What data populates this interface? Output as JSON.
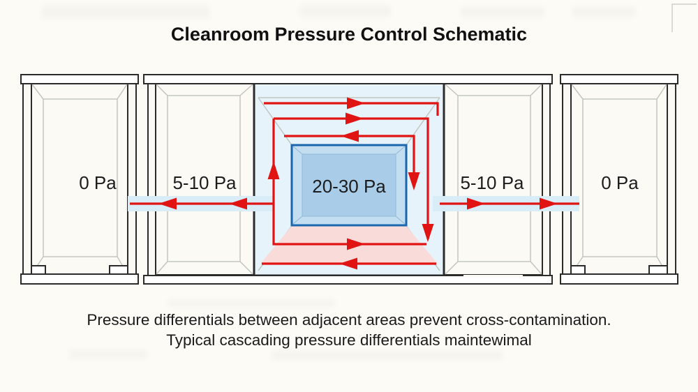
{
  "title": "Cleanroom Pressure Control Schematic",
  "rooms": {
    "far_left": "0 Pa",
    "left": "5-10 Pa",
    "center": "20-30 Pa",
    "right": "5-10 Pa",
    "far_right": "0 Pa"
  },
  "caption": {
    "line1": "Pressure differentials between adjacent areas prevent cross-contamination.",
    "line2": "Typical cascading pressure differentials maintewimal"
  },
  "colors": {
    "background": "#fcfbf5",
    "wall_stroke": "#2b2b2b",
    "arrow_red": "#e11414",
    "center_room_fill": "#e7f3fb",
    "air_band_fill": "#d9edf8",
    "pressure_box_border": "#1a67ae",
    "pressure_box_fill": "#a9cde9",
    "pressure_box_bevel": "#c3ddf1",
    "floor_zone_pink": "#f9dcd9",
    "room_fill": "#faf9f3",
    "perspective_line": "#c3c6c0",
    "text": "#1c1c1c"
  }
}
